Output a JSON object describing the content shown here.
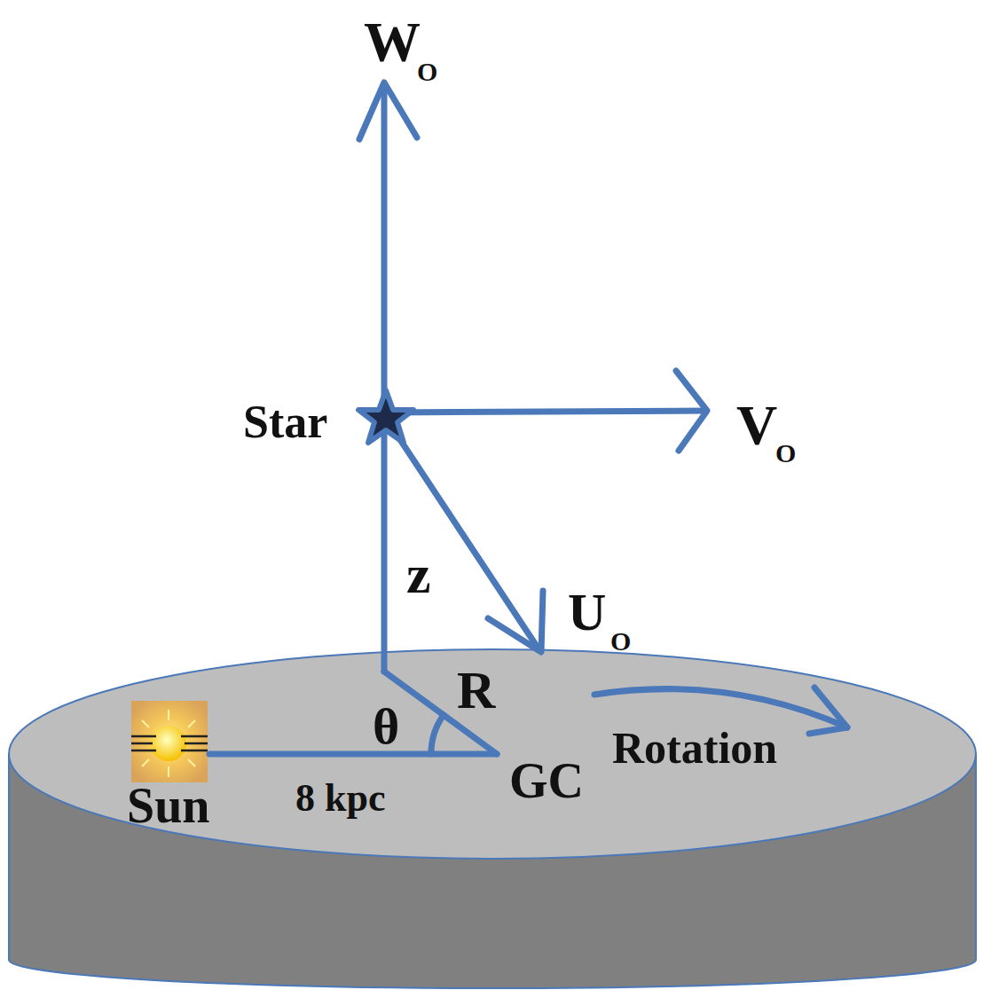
{
  "diagram": {
    "labels": [
      "W",
      "O",
      "Star",
      "V",
      "O",
      "z",
      "U",
      "O",
      "R",
      "θ",
      "Rotation",
      "GC",
      "Sun",
      "8 kpc"
    ]
  }
}
